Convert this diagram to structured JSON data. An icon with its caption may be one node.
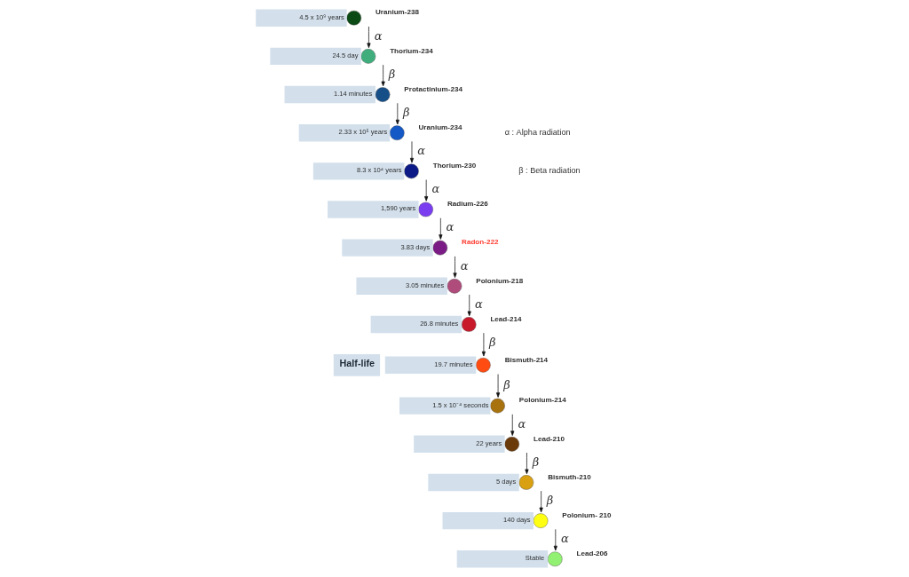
{
  "diagram": {
    "nodes": [
      {
        "text": [
          "4.5 x 10⁹ years",
          "Uranium-238"
        ]
      },
      {
        "text": [
          "24.5 day",
          "Thorium-234"
        ]
      },
      {
        "text": [
          "1.14 minutes",
          "Protactinium-234"
        ]
      },
      {
        "text": [
          "2.33 x 10⁵ years",
          "Uranium-234"
        ]
      },
      {
        "text": [
          "8.3 x 10⁴ years",
          "Thorium-230"
        ]
      },
      {
        "text": [
          "1,590 years",
          "Radium-226"
        ]
      },
      {
        "text": [
          "3.83 days",
          "Radon-222"
        ]
      },
      {
        "text": [
          "3.05 minutes",
          "Polonium-218"
        ]
      },
      {
        "text": [
          "26.8 minutes",
          "Lead-214"
        ]
      },
      {
        "text": [
          "19.7 minutes",
          "Bismuth-214"
        ]
      },
      {
        "text": [
          "1.5 x 10⁻⁴ seconds",
          "Polonium-214"
        ]
      },
      {
        "text": [
          "22 years",
          "Lead-210"
        ]
      },
      {
        "text": [
          "5 days",
          "Bismuth-210"
        ]
      },
      {
        "text": [
          "140 days",
          "Polonium- 210"
        ]
      },
      {
        "text": [
          "Stable",
          "Lead-206"
        ]
      }
    ],
    "edges": [
      {
        "from": 0,
        "to": 1,
        "arrow": "to",
        "label": "α"
      },
      {
        "from": 1,
        "to": 2,
        "arrow": "to",
        "label": "β"
      },
      {
        "from": 2,
        "to": 3,
        "arrow": "to",
        "label": "β"
      },
      {
        "from": 3,
        "to": 4,
        "arrow": "to",
        "label": "α"
      },
      {
        "from": 4,
        "to": 5,
        "arrow": "to",
        "label": "α"
      },
      {
        "from": 5,
        "to": 6,
        "arrow": "to",
        "label": "α"
      },
      {
        "from": 6,
        "to": 7,
        "arrow": "to",
        "label": "α"
      },
      {
        "from": 7,
        "to": 8,
        "arrow": "to",
        "label": "α"
      },
      {
        "from": 8,
        "to": 9,
        "arrow": "to",
        "label": "β"
      },
      {
        "from": 9,
        "to": 10,
        "arrow": "to",
        "label": "β"
      },
      {
        "from": 10,
        "to": 11,
        "arrow": "to",
        "label": "α"
      },
      {
        "from": 11,
        "to": 12,
        "arrow": "to",
        "label": "β"
      },
      {
        "from": 12,
        "to": 13,
        "arrow": "to",
        "label": "β"
      },
      {
        "from": 13,
        "to": 14,
        "arrow": "to",
        "label": "α"
      }
    ],
    "labels": [
      "Half-life"
    ],
    "legend": [
      {
        "text": "α : Alpha radiation"
      },
      {
        "text": "β : Beta radiation"
      }
    ]
  }
}
